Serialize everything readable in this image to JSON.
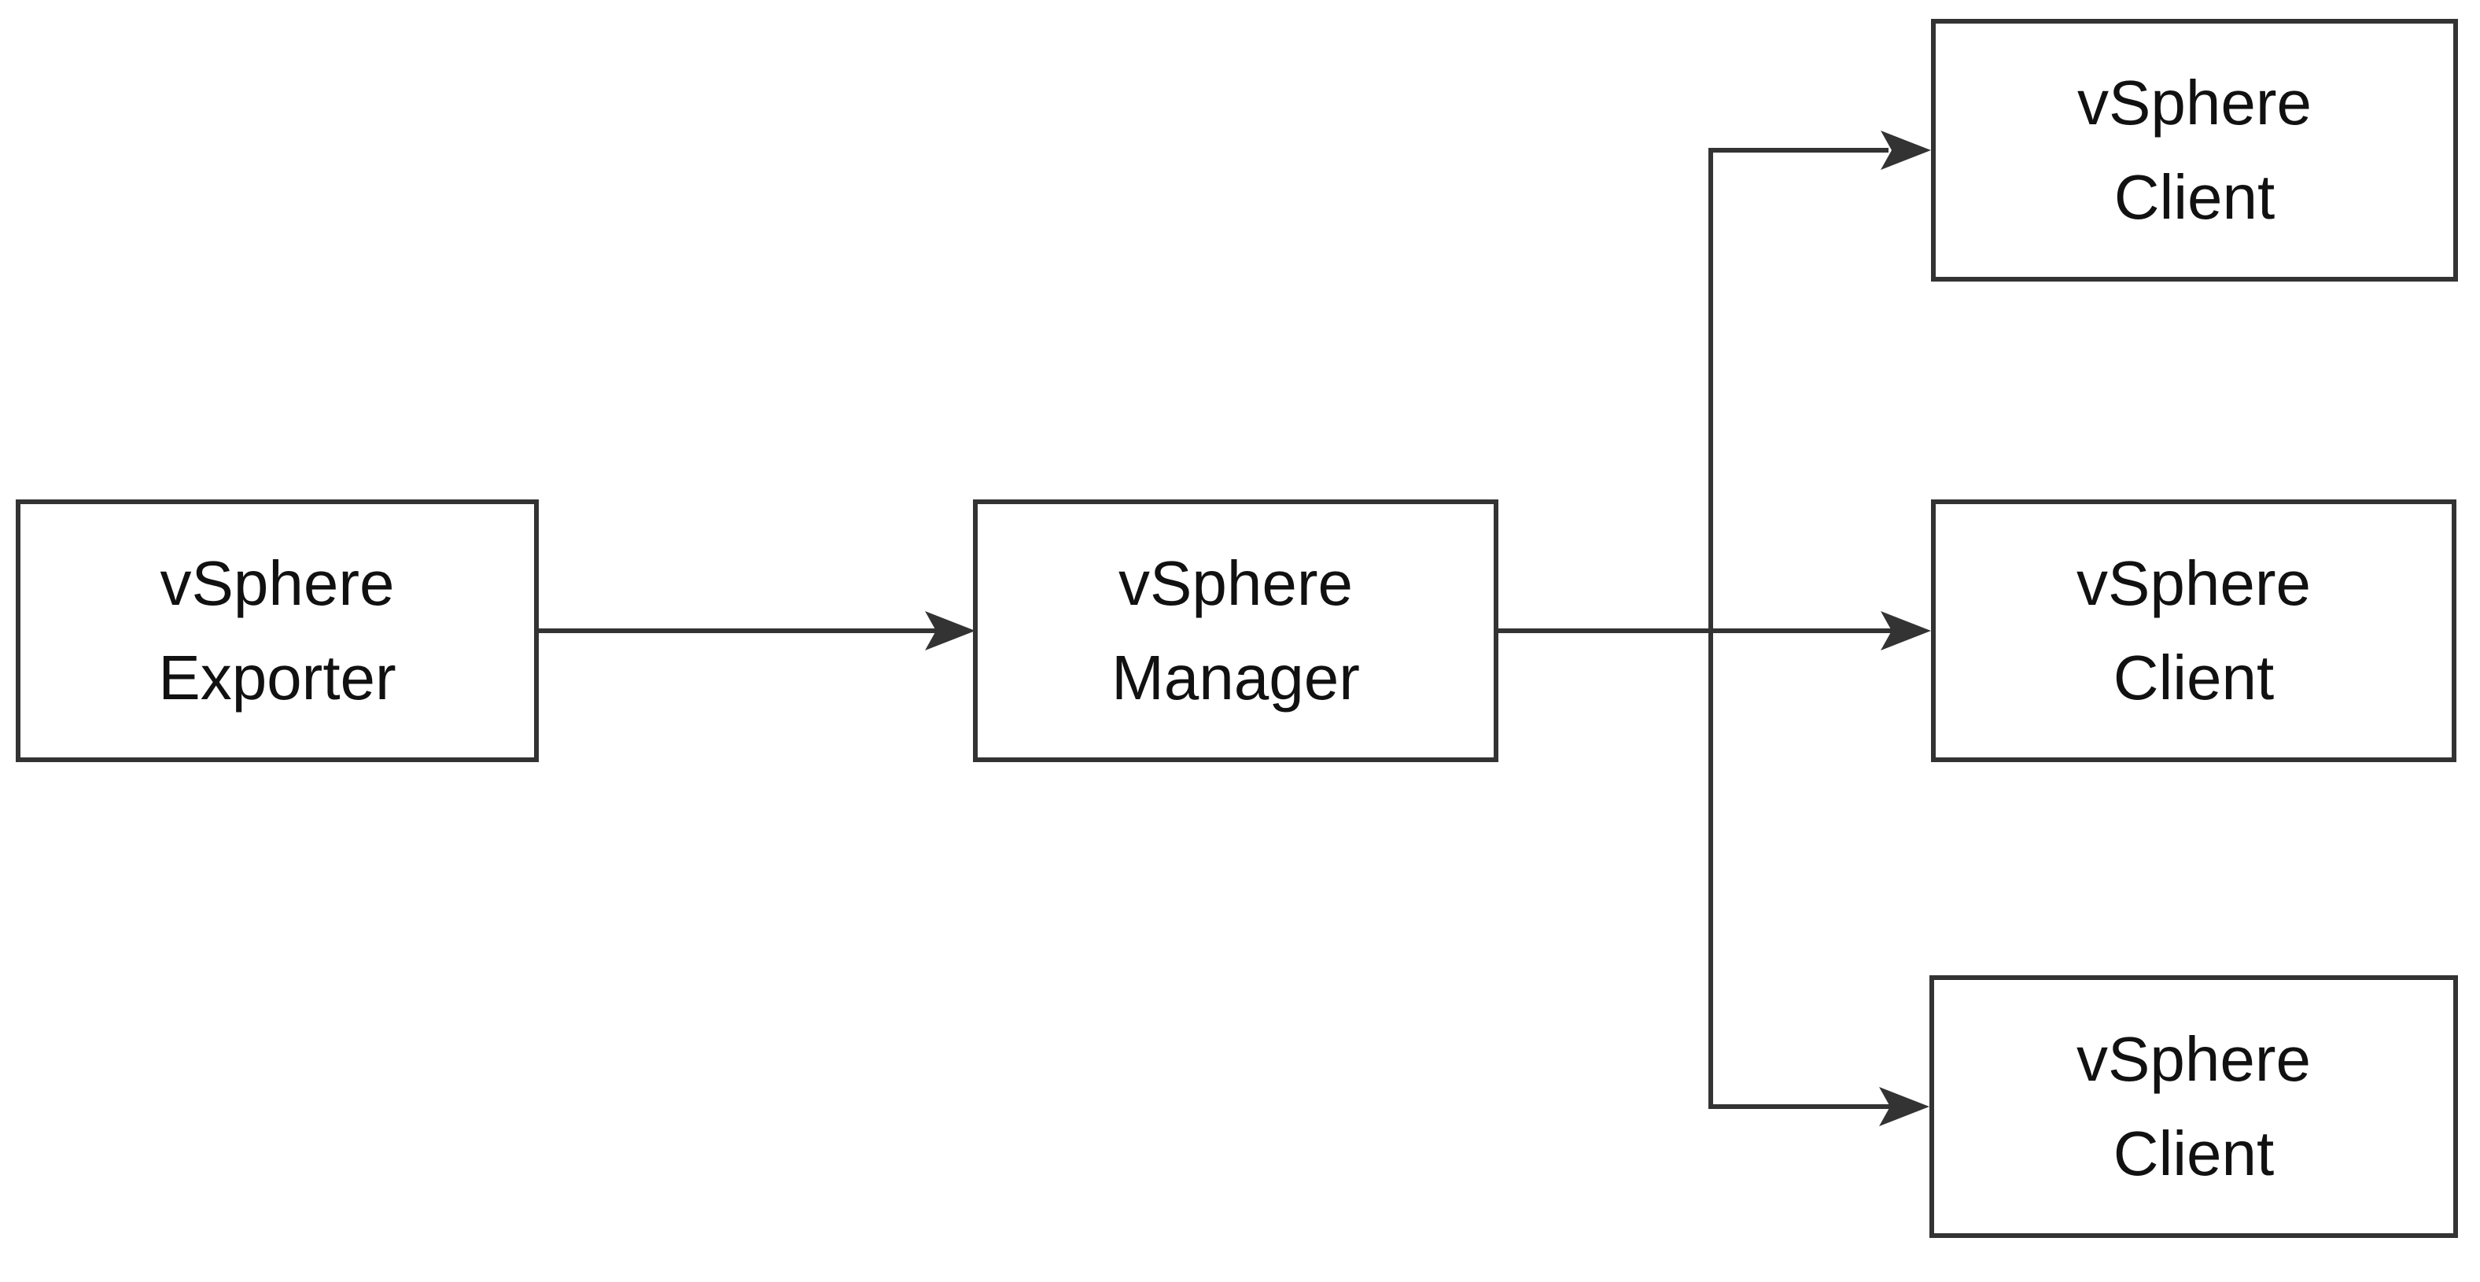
{
  "diagram": {
    "type": "flowchart",
    "colors": {
      "background": "#ffffff",
      "line": "#333333",
      "text": "#111111"
    },
    "nodes": [
      {
        "id": "vsphere-exporter",
        "lines": [
          "vSphere",
          "Exporter"
        ]
      },
      {
        "id": "vsphere-manager",
        "lines": [
          "vSphere",
          "Manager"
        ]
      },
      {
        "id": "vsphere-client-top",
        "lines": [
          "vSphere",
          "Client"
        ]
      },
      {
        "id": "vsphere-client-middle",
        "lines": [
          "vSphere",
          "Client"
        ]
      },
      {
        "id": "vsphere-client-bottom",
        "lines": [
          "vSphere",
          "Client"
        ]
      }
    ],
    "edges": [
      {
        "from": "vsphere-exporter",
        "to": "vsphere-manager"
      },
      {
        "from": "vsphere-manager",
        "to": "vsphere-client-top"
      },
      {
        "from": "vsphere-manager",
        "to": "vsphere-client-middle"
      },
      {
        "from": "vsphere-manager",
        "to": "vsphere-client-bottom"
      }
    ]
  }
}
